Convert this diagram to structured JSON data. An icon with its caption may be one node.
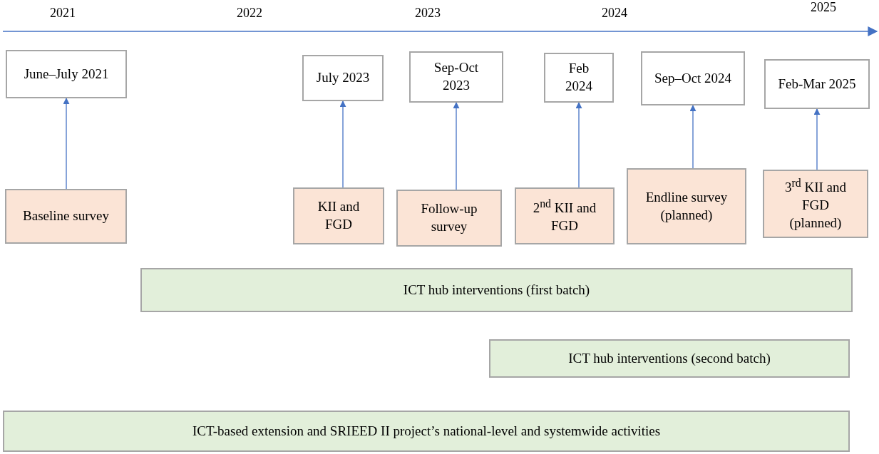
{
  "diagram": {
    "nodes": [
      {
        "text": [
          "June–July 2021"
        ]
      },
      {
        "text": [
          "July 2023"
        ]
      },
      {
        "text": [
          "Sep-Oct 2023"
        ]
      },
      {
        "text": [
          "Feb 2024"
        ]
      },
      {
        "text": [
          "Sep–Oct 2024"
        ]
      },
      {
        "text": [
          "Feb-Mar 2025"
        ]
      },
      {
        "text": [
          "Baseline survey"
        ]
      },
      {
        "text": [
          "KII and FGD"
        ]
      },
      {
        "text": [
          "Follow-up survey"
        ]
      },
      {
        "text": [
          "2$^{nd}$ KII and FGD"
        ]
      },
      {
        "text": [
          "Endline survey (planned)"
        ]
      },
      {
        "text": [
          "3$^{rd}$ KII and FGD (planned)"
        ]
      },
      {
        "text": [
          "ICT hub interventions (first batch)"
        ]
      },
      {
        "text": [
          "ICT hub interventions (second batch)"
        ]
      },
      {
        "text": [
          "ICT-based extension and SRIEED II project’s national-level and systemwide activities"
        ]
      }
    ],
    "edges": [
      {
        "from": 6,
        "to": 0,
        "arrow": "to"
      },
      {
        "from": 7,
        "to": 1,
        "arrow": "to"
      },
      {
        "from": 8,
        "to": 2,
        "arrow": "to"
      },
      {
        "from": 9,
        "to": 3,
        "arrow": "to"
      },
      {
        "from": 10,
        "to": 4,
        "arrow": "to"
      },
      {
        "from": 11,
        "to": 5,
        "arrow": "to"
      }
    ],
    "labels": [
      "2021",
      "2022",
      "2023",
      "2024",
      "2025"
    ]
  }
}
